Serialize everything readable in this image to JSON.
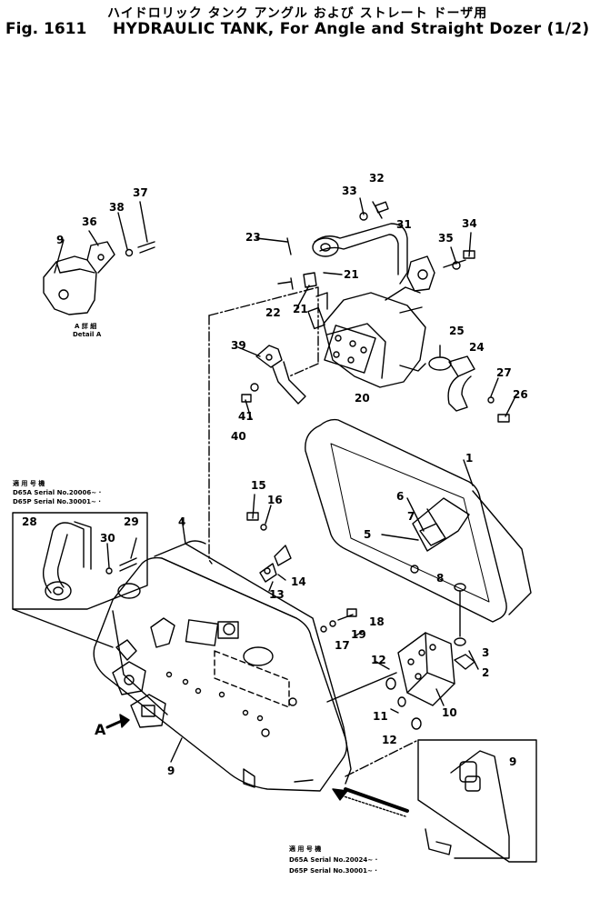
{
  "title": {
    "japanese": "ハイドロリック タンク アングル および ストレート ドーザ用",
    "figure": "Fig. 1611",
    "english": "HYDRAULIC TANK, For Angle and Straight Dozer (1/2)"
  },
  "detail_label": {
    "japanese": "A 詳 細",
    "english": "Detail A"
  },
  "view_arrow_label": "A",
  "serial_note_1": {
    "heading": "適 用 号 機",
    "line_1": "D65A   Serial No.20006~  ·",
    "line_2": "D65P   Serial No.30001~  ·"
  },
  "serial_note_2": {
    "heading": "適 用 号 機",
    "line_1": "D65A   Serial No.20024~  ·",
    "line_2": "D65P   Serial No.30001~  ·"
  },
  "part_numbers": [
    "1",
    "2",
    "3",
    "4",
    "5",
    "6",
    "7",
    "8",
    "9",
    "9",
    "9",
    "10",
    "11",
    "12",
    "12",
    "13",
    "14",
    "15",
    "16",
    "17",
    "18",
    "19",
    "20",
    "21",
    "21",
    "22",
    "23",
    "24",
    "25",
    "26",
    "27",
    "28",
    "29",
    "30",
    "31",
    "32",
    "33",
    "34",
    "35",
    "36",
    "37",
    "38",
    "39",
    "40",
    "41"
  ]
}
